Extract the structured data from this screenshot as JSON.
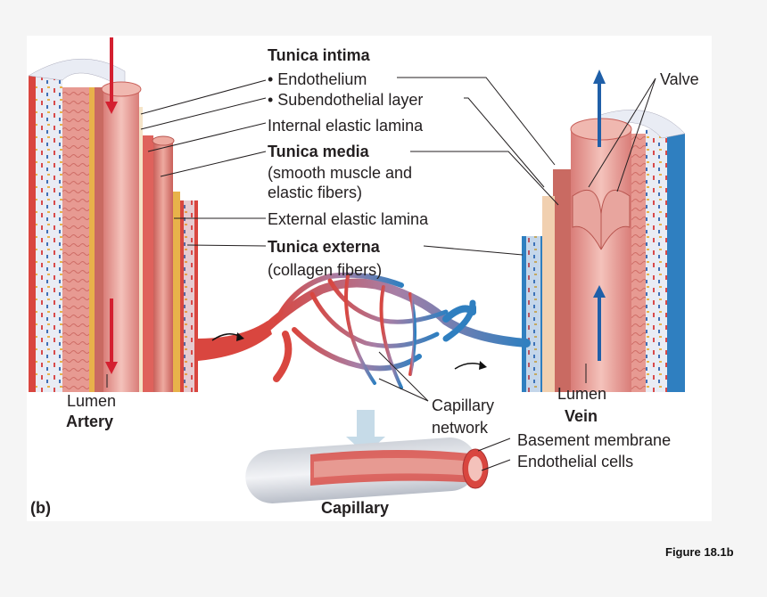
{
  "labels": {
    "tunica_intima": "Tunica intima",
    "endothelium": "• Endothelium",
    "subendothelial": "• Subendothelial layer",
    "internal_elastic": "Internal elastic lamina",
    "tunica_media": "Tunica media",
    "tunica_media_sub1": "(smooth muscle and",
    "tunica_media_sub2": "elastic fibers)",
    "external_elastic": "External elastic lamina",
    "tunica_externa": "Tunica externa",
    "tunica_externa_sub": "(collagen fibers)",
    "valve": "Valve",
    "lumen_artery": "Lumen",
    "artery": "Artery",
    "lumen_vein": "Lumen",
    "vein": "Vein",
    "capillary_network_1": "Capillary",
    "capillary_network_2": "network",
    "basement_membrane": "Basement membrane",
    "endothelial_cells": "Endothelial cells",
    "capillary": "Capillary",
    "panel_letter": "(b)"
  },
  "figure_caption": "Figure 18.1b",
  "colors": {
    "artery_red": "#d9463f",
    "vein_blue": "#2f7fc0",
    "arrow_red": "#d42030",
    "arrow_blue": "#1f5fa8",
    "muscle_pink": "#e8988e",
    "elastic_yellow": "#e8b24a"
  }
}
